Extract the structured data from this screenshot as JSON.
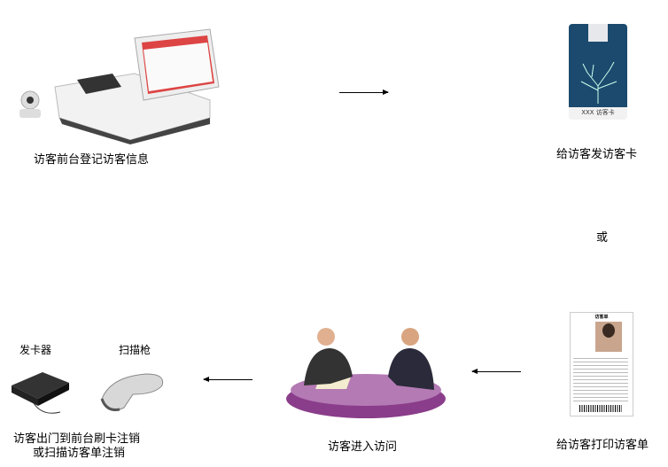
{
  "steps": {
    "register": "访客前台登记访客信息",
    "issue_card": "给访客发访客卡",
    "or": "或",
    "print_form": "给访客打印访客单",
    "visit": "访客进入访问",
    "checkout_line1": "访客出门到前台刷卡注销",
    "checkout_line2": "或扫描访客单注销"
  },
  "devices": {
    "card_issuer": "发卡器",
    "scanner": "扫描枪"
  },
  "card": {
    "text": "XXX 访客卡",
    "color": "#1b4a6e"
  },
  "form": {
    "title": "访客单"
  }
}
